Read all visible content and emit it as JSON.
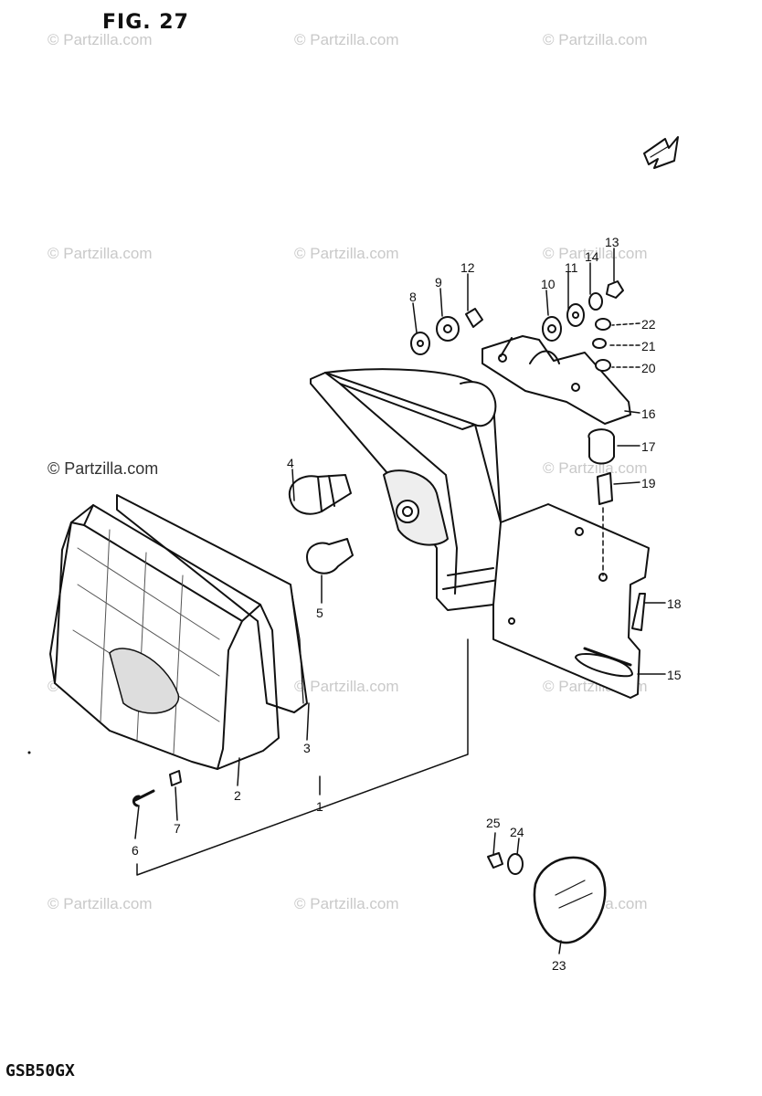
{
  "figure": {
    "title": "FIG. 27",
    "model": "GSB50GX"
  },
  "watermark": {
    "text": "© Partzilla.com",
    "text_dark": "© Partzilla.com"
  },
  "callouts": [
    "1",
    "2",
    "3",
    "4",
    "5",
    "6",
    "7",
    "8",
    "9",
    "10",
    "11",
    "12",
    "13",
    "14",
    "15",
    "16",
    "17",
    "18",
    "19",
    "20",
    "21",
    "22",
    "23",
    "24",
    "25"
  ],
  "colors": {
    "ink": "#111111",
    "watermark": "#c9c9c9",
    "background": "#ffffff"
  },
  "icons": {
    "front_arrow": "front-direction-arrow-icon"
  }
}
